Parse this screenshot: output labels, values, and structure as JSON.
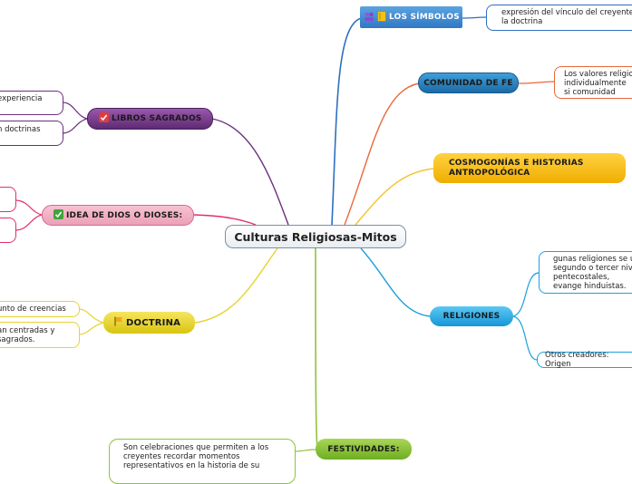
{
  "center": {
    "title": "Culturas Religiosas-Mitos"
  },
  "topics": {
    "simbolos": {
      "label": "LOS SÍMBOLOS",
      "icons": [
        "people-icon",
        "book-icon"
      ],
      "color": "#3d86c8"
    },
    "comunidad": {
      "label": "COMUNIDAD DE FE",
      "color": "#3a8fc4"
    },
    "cosmogonias": {
      "label": "COSMOGONÍAS E HISTORIAS ANTROPOLÓGICA",
      "color": "#f3b400"
    },
    "religiones": {
      "label": "RELIGIONES",
      "color": "#1ea0dc"
    },
    "festividades": {
      "label": "FESTIVIDADES:",
      "color": "#8fc43a"
    },
    "libros": {
      "label": "LIBROS SAGRADOS",
      "icons": [
        "check-icon"
      ],
      "color": "#7a3a8f"
    },
    "idea": {
      "label": "IDEA DE DIOS O DIOSES:",
      "icons": [
        "check-icon"
      ],
      "color": "#f2a9c0"
    },
    "doctrina": {
      "label": "DOCTRINA",
      "icons": [
        "flag-icon"
      ],
      "color": "#e2cf1a"
    }
  },
  "leaves": {
    "simbolos_1": "expresión del vínculo del creyente la doctrina",
    "comunidad_1": "Los valores religio individualmente si comunidad",
    "religiones_1": "gunas religiones se ul segundo o tercer nive pentecostales, evange hinduistas.",
    "religiones_2": "Otros creadores: Origen",
    "festividades_1": "Son celebraciones que permiten a los creyentes recordar momentos representativos en la historia de su",
    "libros_1": "experiencia",
    "libros_2": "n doctrinas",
    "doctrina_1": "unto de creencias",
    "doctrina_2": "an centradas y sagrados."
  }
}
